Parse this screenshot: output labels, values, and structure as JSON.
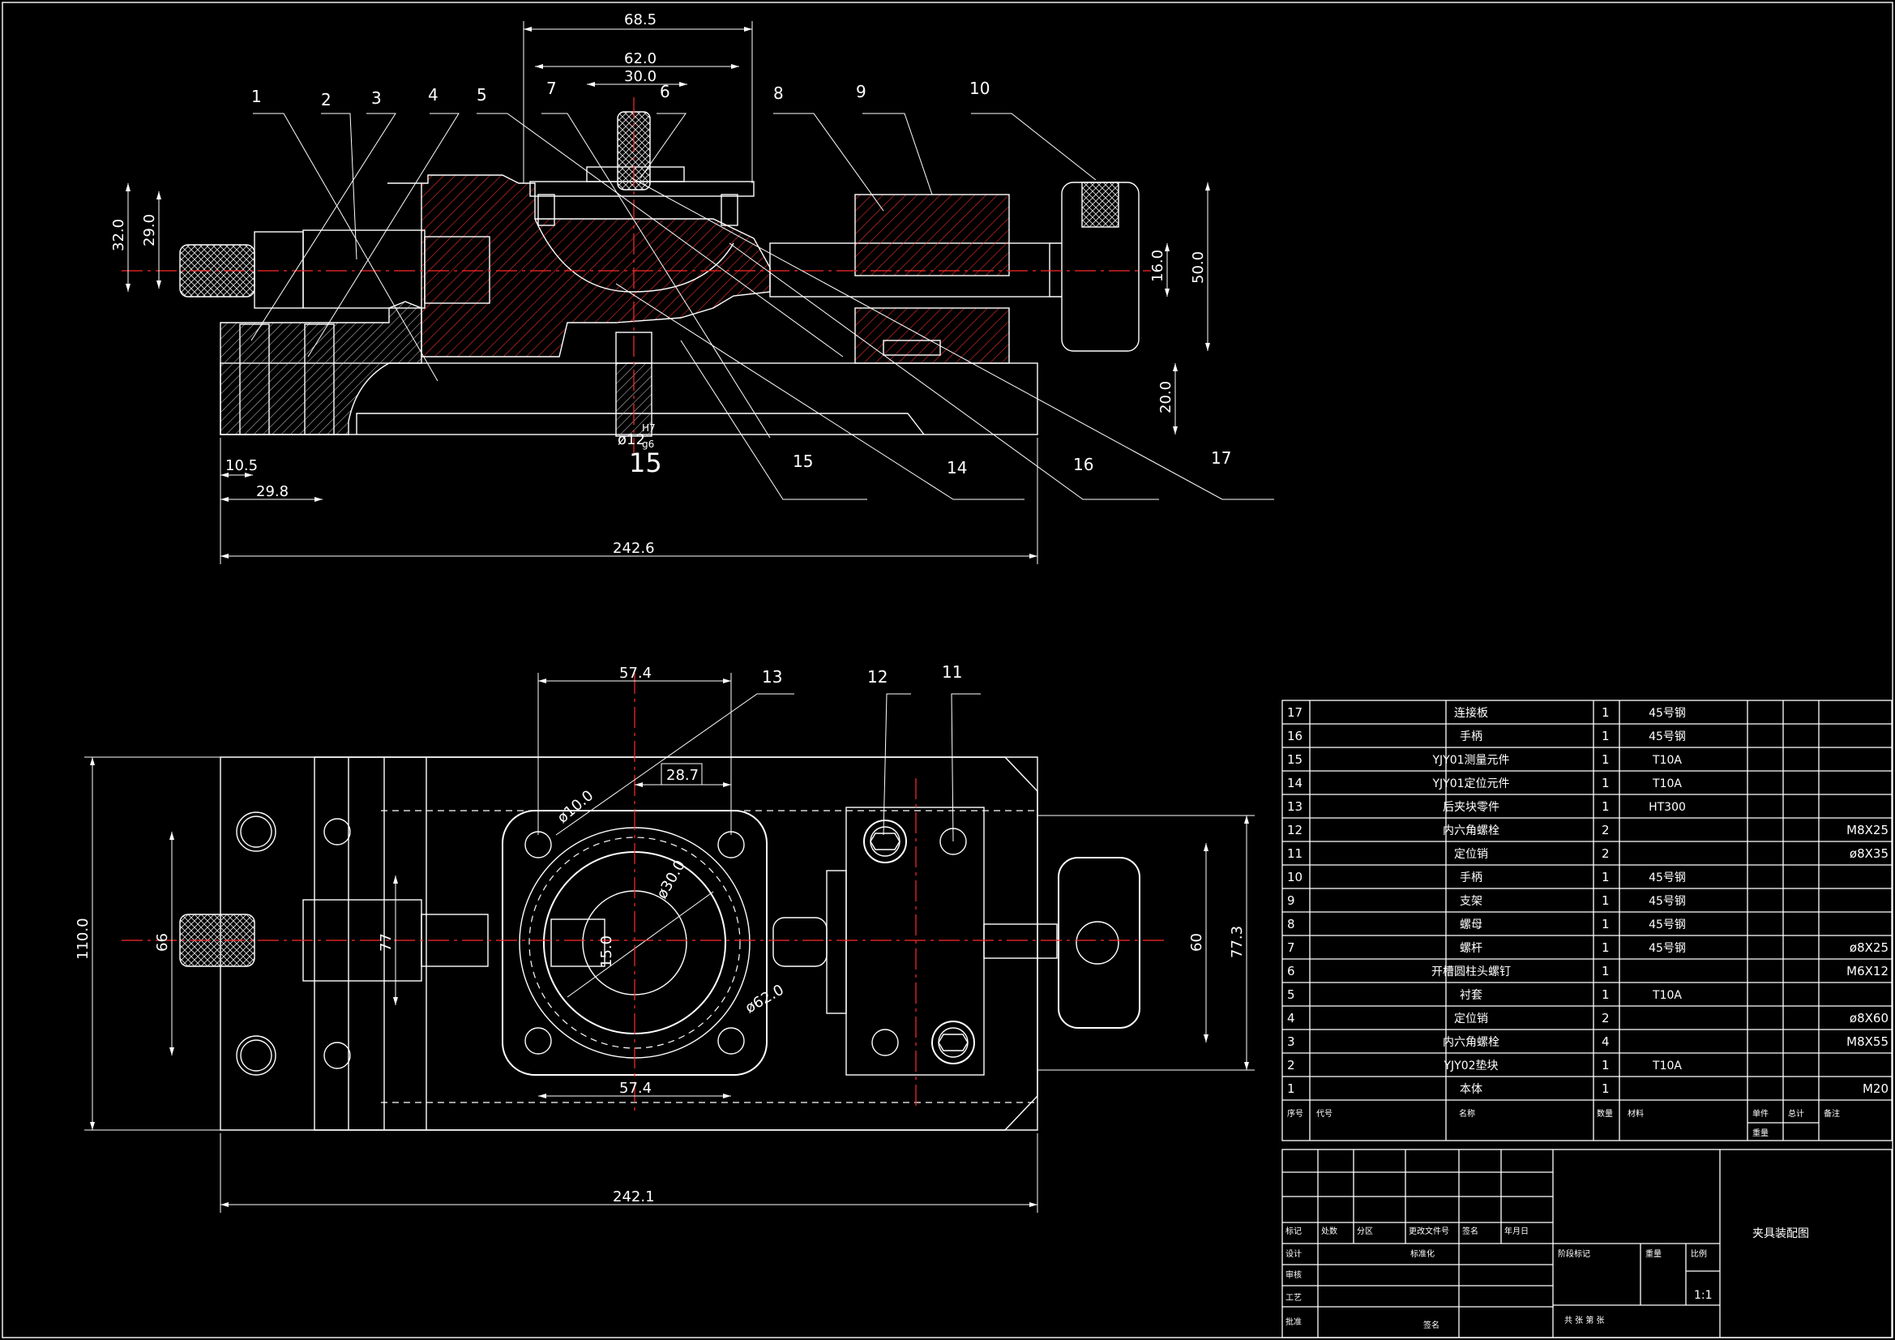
{
  "colors": {
    "background": "#000000",
    "lines": "#ffffff",
    "centerline": "#ff2b2b",
    "section_hatch": "#ff3030"
  },
  "front_view": {
    "dims": {
      "top_outer": "68.5",
      "top_mid": "62.0",
      "top_inner": "30.0",
      "h_left_outer": "32.0",
      "h_left_inner": "29.0",
      "bottom_a": "10.5",
      "bottom_b": "29.8",
      "overall": "242.6",
      "right_h1": "16.0",
      "right_h2": "50.0",
      "right_h3": "20.0",
      "pin": "ø12",
      "fit_top": "H7",
      "fit_bot": "g6"
    },
    "section_mark": "15",
    "balloons": [
      "1",
      "2",
      "3",
      "4",
      "5",
      "7",
      "6",
      "8",
      "9",
      "10",
      "15",
      "14",
      "16",
      "17"
    ]
  },
  "plan_view": {
    "dims": {
      "top": "57.4",
      "inner": "28.7",
      "bottom": "57.4",
      "overall": "242.1",
      "height": "110.0",
      "h66": "66",
      "h77": "77",
      "h60": "60",
      "h773": "77.3",
      "d10": "ø10.0",
      "d30": "ø30.0",
      "d15": "15.0",
      "d62": "ø62.0"
    },
    "balloons": [
      "13",
      "12",
      "11"
    ]
  },
  "bom": {
    "rows": [
      {
        "no": "17",
        "name": "连接板",
        "qty": "1",
        "mat": "45号钢",
        "spec": ""
      },
      {
        "no": "16",
        "name": "手柄",
        "qty": "1",
        "mat": "45号钢",
        "spec": ""
      },
      {
        "no": "15",
        "name": "YJY01测量元件",
        "qty": "1",
        "mat": "T10A",
        "spec": ""
      },
      {
        "no": "14",
        "name": "YJY01定位元件",
        "qty": "1",
        "mat": "T10A",
        "spec": ""
      },
      {
        "no": "13",
        "name": "后夹块零件",
        "qty": "1",
        "mat": "HT300",
        "spec": ""
      },
      {
        "no": "12",
        "name": "内六角螺栓",
        "qty": "2",
        "mat": "",
        "spec": "M8X25"
      },
      {
        "no": "11",
        "name": "定位销",
        "qty": "2",
        "mat": "",
        "spec": "ø8X35"
      },
      {
        "no": "10",
        "name": "手柄",
        "qty": "1",
        "mat": "45号钢",
        "spec": ""
      },
      {
        "no": "9",
        "name": "支架",
        "qty": "1",
        "mat": "45号钢",
        "spec": ""
      },
      {
        "no": "8",
        "name": "螺母",
        "qty": "1",
        "mat": "45号钢",
        "spec": ""
      },
      {
        "no": "7",
        "name": "螺杆",
        "qty": "1",
        "mat": "45号钢",
        "spec": "ø8X25"
      },
      {
        "no": "6",
        "name": "开槽圆柱头螺钉",
        "qty": "1",
        "mat": "",
        "spec": "M6X12"
      },
      {
        "no": "5",
        "name": "衬套",
        "qty": "1",
        "mat": "T10A",
        "spec": ""
      },
      {
        "no": "4",
        "name": "定位销",
        "qty": "2",
        "mat": "",
        "spec": "ø8X60"
      },
      {
        "no": "3",
        "name": "内六角螺栓",
        "qty": "4",
        "mat": "",
        "spec": "M8X55"
      },
      {
        "no": "2",
        "name": "YJY02垫块",
        "qty": "1",
        "mat": "T10A",
        "spec": ""
      },
      {
        "no": "1",
        "name": "本体",
        "qty": "1",
        "mat": "",
        "spec": "M20"
      }
    ],
    "header": {
      "no": "序号",
      "code": "代号",
      "name": "名称",
      "qty": "数量",
      "mat": "材料",
      "unit": "单件",
      "total": "总计",
      "weight": "重量",
      "note": "备注"
    }
  },
  "title_block": {
    "title": "夹具装配图",
    "scale": "1:1",
    "labels": {
      "mark": "标记",
      "count": "处数",
      "zone": "分区",
      "docno": "更改文件号",
      "sign": "签名",
      "date": "年月日",
      "design": "设计",
      "std": "标准化",
      "stage": "阶段标记",
      "weight": "重量",
      "ratio": "比例",
      "check": "审核",
      "craft": "工艺",
      "approve": "批准",
      "sheets": "共 张 第 张"
    }
  }
}
